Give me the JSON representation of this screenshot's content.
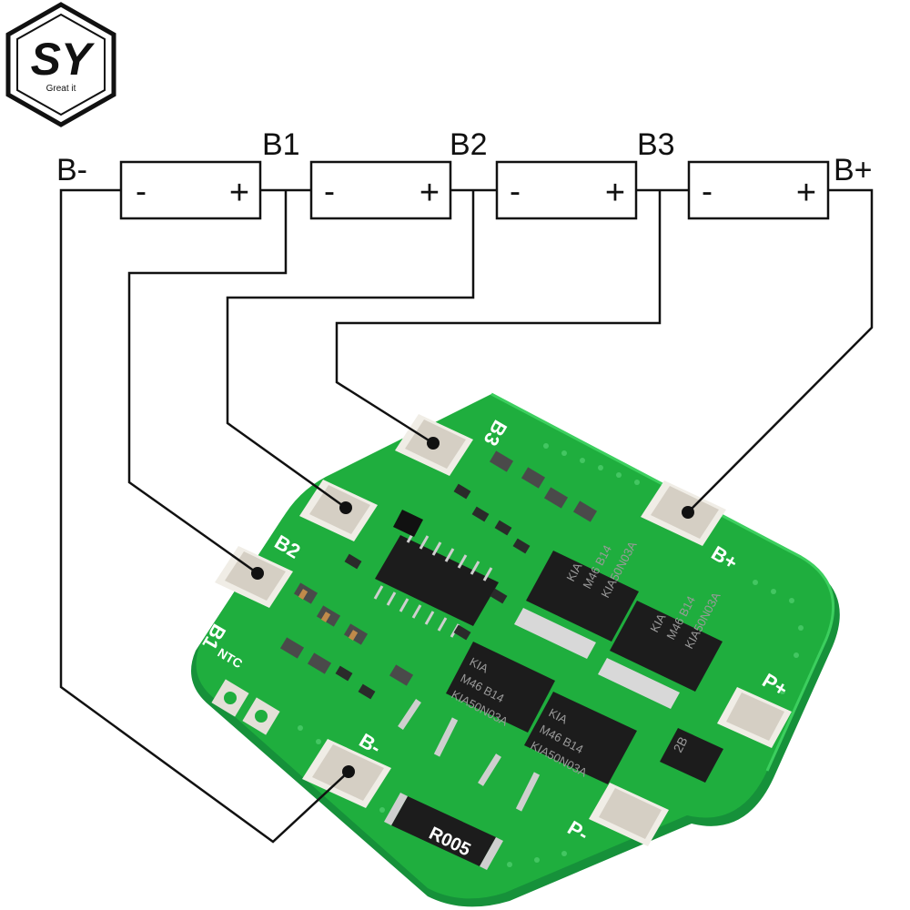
{
  "logo": {
    "monogram": "SY",
    "tagline": "Great it"
  },
  "cells": [
    {
      "minus": "-",
      "plus": "+"
    },
    {
      "minus": "-",
      "plus": "+"
    },
    {
      "minus": "-",
      "plus": "+"
    },
    {
      "minus": "-",
      "plus": "+"
    }
  ],
  "terminals": {
    "b_minus": "B-",
    "b1": "B1",
    "b2": "B2",
    "b3": "B3",
    "b_plus": "B+"
  },
  "board": {
    "pad_b1": "B1",
    "pad_b2": "B2",
    "pad_b3": "B3",
    "pad_b_plus": "B+",
    "pad_b_minus": "B-",
    "pad_p_plus": "P+",
    "pad_p_minus": "P-",
    "ntc": "NTC",
    "shunt_resistor": "R005",
    "mosfet_lines": [
      "KIA",
      "M46 B14",
      "KIA50N03A"
    ],
    "small_chip": "2B",
    "colors": {
      "pcb": "#1fae3e",
      "pcb_edge": "#16913a",
      "pad": "#dcd6cc",
      "chip": "#1c1c1c"
    }
  }
}
